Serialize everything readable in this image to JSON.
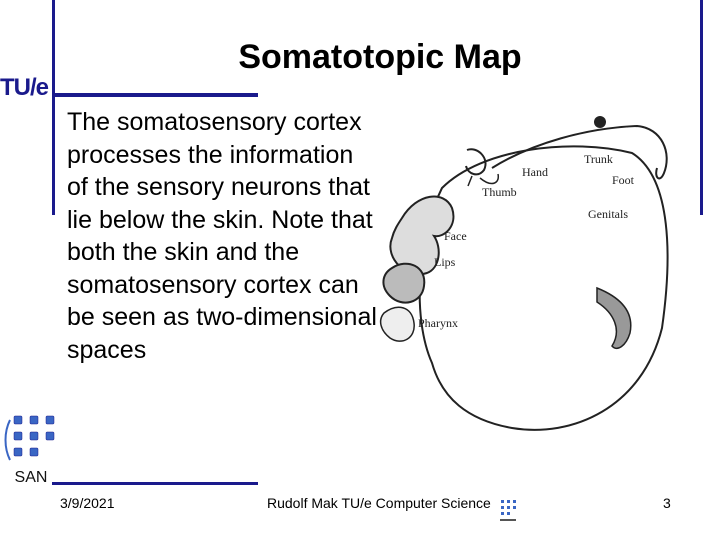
{
  "logo": {
    "text": "TU/e"
  },
  "title": "Somatotopic Map",
  "body_text": "The somatosensory cortex processes the information of the sensory neurons that lie below the skin. Note that both the skin and the somatosensory cortex can be seen as two-dimensional spaces",
  "figure": {
    "labels": {
      "trunk": "Trunk",
      "hand": "Hand",
      "foot": "Foot",
      "thumb": "Thumb",
      "genitals": "Genitals",
      "face": "Face",
      "lips": "Lips",
      "pharynx": "Pharynx"
    }
  },
  "san_logo": {
    "text": "SAN"
  },
  "footer": {
    "date": "3/9/2021",
    "author": "Rudolf Mak TU/e Computer Science",
    "page": "3"
  },
  "colors": {
    "accent": "#1a1a8c",
    "logo_blue": "#3a66c4"
  }
}
